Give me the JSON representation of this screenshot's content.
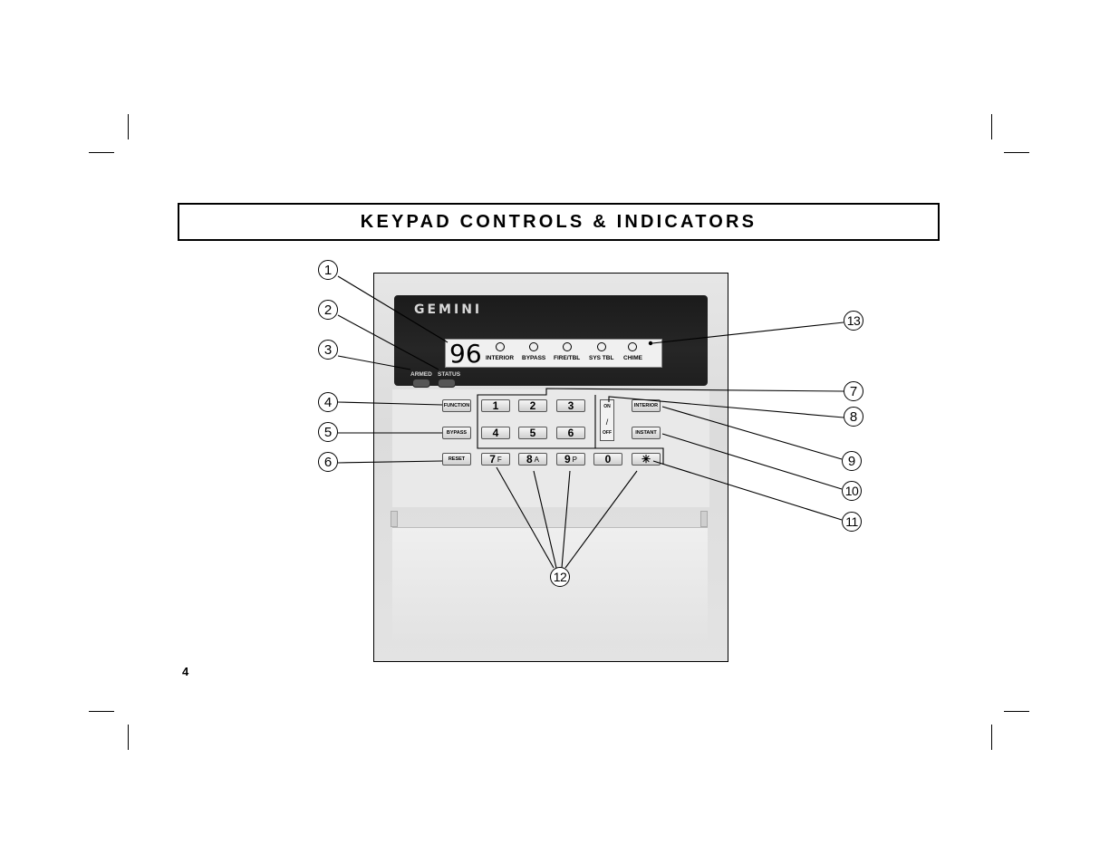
{
  "title": "KEYPAD CONTROLS & INDICATORS",
  "page_number": "4",
  "keypad": {
    "brand": "GEMINI",
    "display_digits": "96",
    "leds": [
      {
        "id": "interior",
        "label": "INTERIOR"
      },
      {
        "id": "bypass",
        "label": "BYPASS"
      },
      {
        "id": "fire",
        "label": "FIRE/TBL"
      },
      {
        "id": "systbl",
        "label": "SYS TBL"
      },
      {
        "id": "chime",
        "label": "CHIME"
      }
    ],
    "indicator_labels": {
      "armed": "ARMED",
      "status": "STATUS"
    },
    "left_keys": {
      "function": "FUNCTION",
      "bypass": "BYPASS",
      "reset": "RESET"
    },
    "right_keys": {
      "interior": "INTERIOR",
      "instant": "INSTANT"
    },
    "switch": {
      "on": "ON",
      "off": "OFF"
    },
    "digits": {
      "k1": "1",
      "k2": "2",
      "k3": "3",
      "k4": "4",
      "k5": "5",
      "k6": "6",
      "k7": "7",
      "k7_sub": "F",
      "k8": "8",
      "k8_sub": "A",
      "k9": "9",
      "k9_sub": "P",
      "k0": "0",
      "star": "✳"
    }
  },
  "callouts": [
    "1",
    "2",
    "3",
    "4",
    "5",
    "6",
    "7",
    "8",
    "9",
    "10",
    "11",
    "12",
    "13"
  ]
}
